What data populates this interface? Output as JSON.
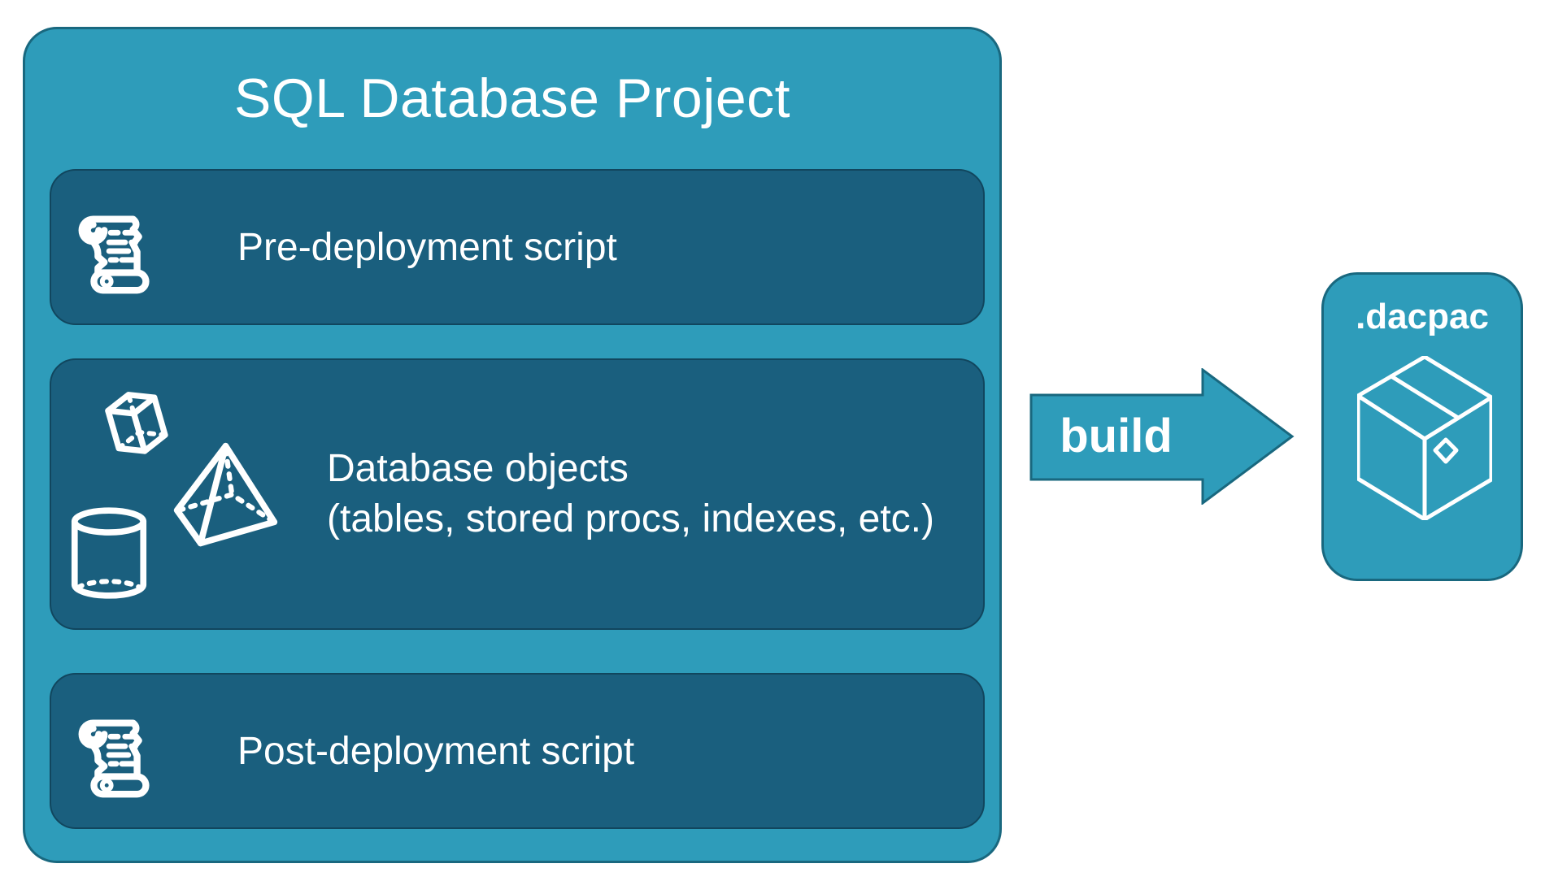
{
  "title": "SQL Database Project",
  "boxes": [
    {
      "label": "Pre-deployment script",
      "icon": "scroll-icon"
    },
    {
      "label_line1": "Database objects",
      "label_line2": "(tables, stored procs, indexes, etc.)",
      "icons": [
        "cube-icon",
        "pyramid-icon",
        "cylinder-icon"
      ]
    },
    {
      "label": "Post-deployment script",
      "icon": "scroll-icon"
    }
  ],
  "arrow": {
    "label": "build",
    "icon": "build-arrow"
  },
  "output": {
    "label": ".dacpac",
    "icon": "package-icon"
  },
  "colors": {
    "teal": "#2E9CBA",
    "teal_border": "#19687F",
    "dark": "#1A5F7E",
    "dark_border": "#11465E",
    "text": "#FFFFFF"
  }
}
